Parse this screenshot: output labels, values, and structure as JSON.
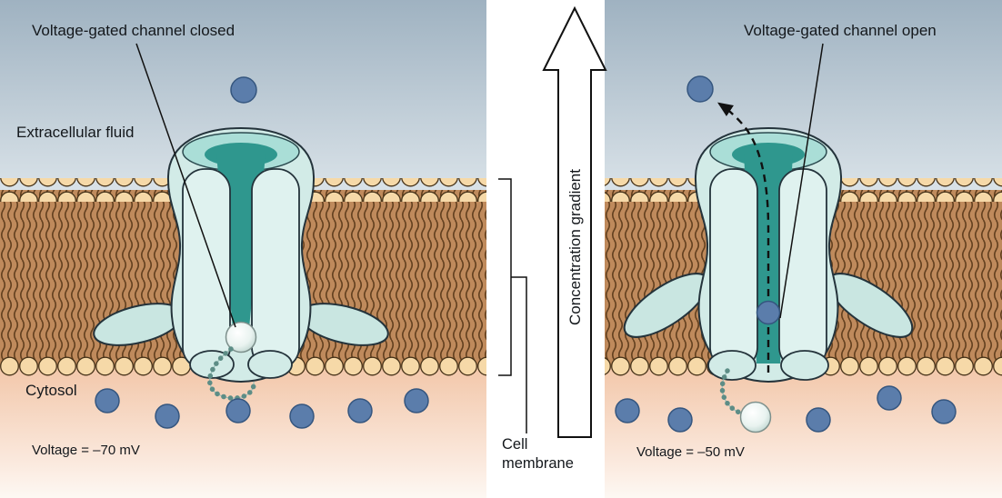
{
  "figure": {
    "left_panel": {
      "title": "Voltage-gated channel closed",
      "extracellular_label": "Extracellular fluid",
      "cytosol_label": "Cytosol",
      "voltage_label": "Voltage = –70 mV",
      "state": "closed"
    },
    "right_panel": {
      "title": "Voltage-gated channel open",
      "voltage_label": "Voltage = –50 mV",
      "state": "open"
    },
    "center": {
      "gradient_arrow_label": "Concentration gradient",
      "membrane_label": "Cell membrane"
    },
    "colors": {
      "extracellular_top": "#9fb2c1",
      "extracellular_bottom": "#d9e2e8",
      "cytosol_top": "#f2c6a8",
      "cytosol_bottom": "#fdf8f3",
      "lipid_head": "#f6d9a8",
      "lipid_tail_background": "#bf8a5c",
      "lipid_tail_line": "#63401f",
      "channel_body": "#d2ebe7",
      "channel_wing": "#c9e6e1",
      "channel_pore": "#2f978e",
      "ion_fill": "#5b7dab",
      "ion_stroke": "#35567f",
      "outline": "#24333b",
      "arrow_outline": "#111111"
    }
  }
}
